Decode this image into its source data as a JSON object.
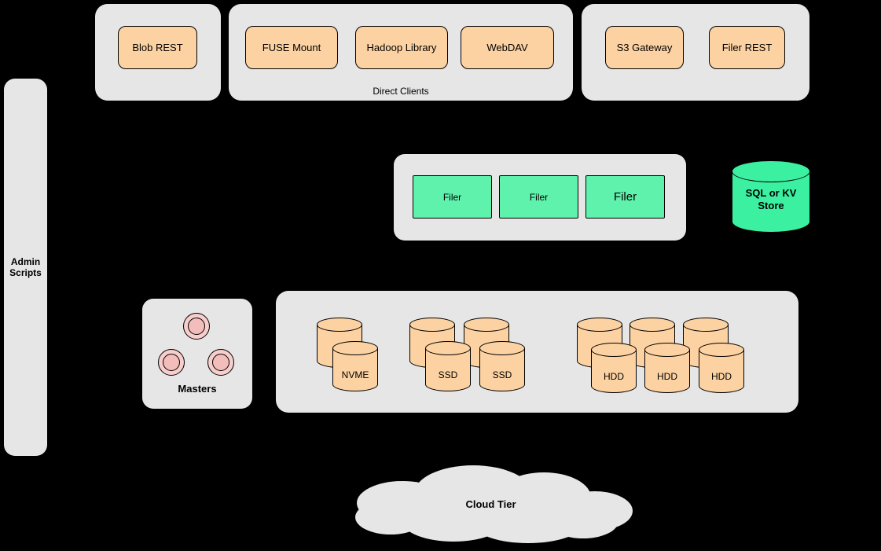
{
  "colors": {
    "background": "#000000",
    "container_fill": "#e6e6e6",
    "client_node_fill": "#fcd2a2",
    "filer_node_fill": "#5ef2ad",
    "store_fill": "#3bf0a0",
    "master_circle_fill": "#f8cecc"
  },
  "clients": {
    "blob_group": {
      "items": [
        {
          "label": "Blob REST"
        }
      ]
    },
    "direct_group": {
      "caption": "Direct Clients",
      "items": [
        {
          "label": "FUSE Mount"
        },
        {
          "label": "Hadoop Library"
        },
        {
          "label": "WebDAV"
        }
      ]
    },
    "gateway_group": {
      "items": [
        {
          "label": "S3 Gateway"
        },
        {
          "label": "Filer REST"
        }
      ]
    }
  },
  "admin": {
    "label": "Admin Scripts"
  },
  "filer_group": {
    "items": [
      {
        "label": "Filer"
      },
      {
        "label": "Filer"
      },
      {
        "label": "Filer"
      }
    ]
  },
  "store": {
    "label": "SQL or KV Store"
  },
  "masters": {
    "label": "Masters"
  },
  "volume_group": {
    "disks": [
      {
        "label": "NVME"
      },
      {
        "label": "SSD"
      },
      {
        "label": "SSD"
      },
      {
        "label": "HDD"
      },
      {
        "label": "HDD"
      },
      {
        "label": "HDD"
      }
    ]
  },
  "cloud": {
    "label": "Cloud Tier"
  }
}
